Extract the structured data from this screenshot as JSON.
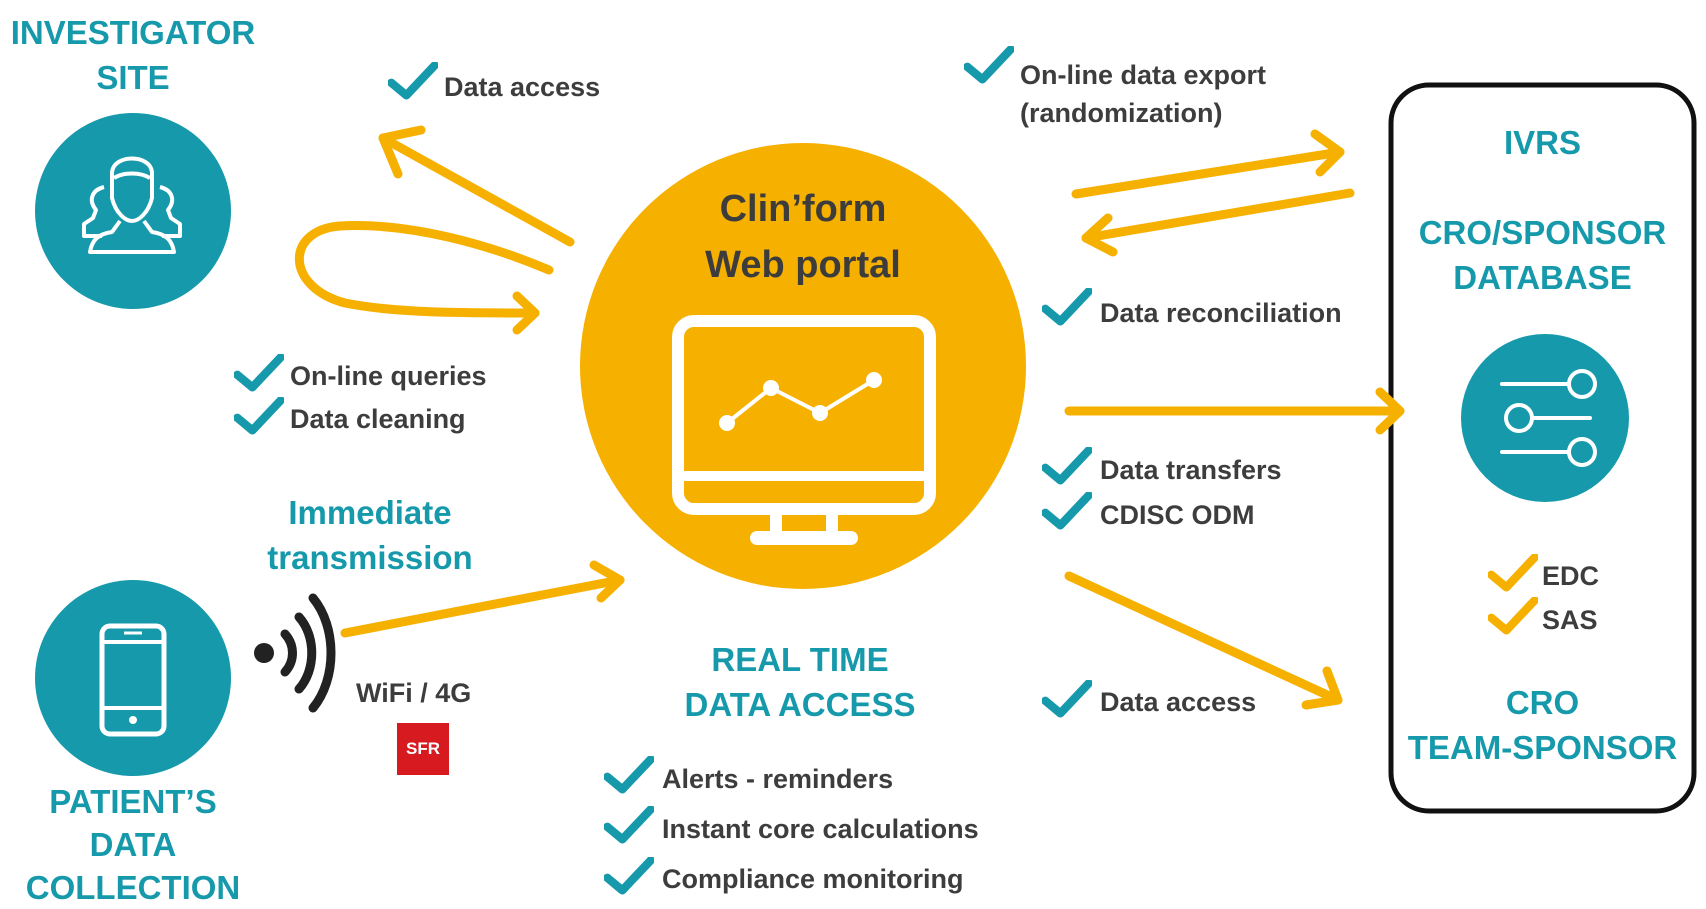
{
  "colors": {
    "teal": "#169aab",
    "orange": "#f6b000",
    "dark_text": "#3d3d3d",
    "frame": "#111111"
  },
  "investigator": {
    "title_line1": "INVESTIGATOR",
    "title_line2": "SITE",
    "icon": "users-icon"
  },
  "patient": {
    "title_line1": "PATIENT’S",
    "title_line2": "DATA",
    "title_line3": "COLLECTION",
    "icon": "smartphone-icon"
  },
  "immediate": {
    "line1": "Immediate",
    "line2": "transmission"
  },
  "connectivity": {
    "label": "WiFi / 4G",
    "carrier_logo": "SFR",
    "icon": "wireless-signal-icon"
  },
  "portal": {
    "line1": "Clin’form",
    "line2": "Web portal",
    "icon": "monitor-chart-icon"
  },
  "realtime": {
    "line1": "REAL TIME",
    "line2": "DATA ACCESS"
  },
  "checks": {
    "data_access_top": "Data access",
    "online_queries": "On-line queries",
    "data_cleaning": "Data cleaning",
    "export_line1": "On-line data export",
    "export_line2": "(randomization)",
    "reconciliation": "Data reconciliation",
    "transfers": "Data transfers",
    "cdisc": "CDISC ODM",
    "data_access_right": "Data access",
    "alerts": "Alerts - reminders",
    "calculations": "Instant core calculations",
    "compliance": "Compliance monitoring"
  },
  "cro_box": {
    "ivrs": "IVRS",
    "db_line1": "CRO/SPONSOR",
    "db_line2": "DATABASE",
    "icon": "sliders-icon",
    "edc": "EDC",
    "sas": "SAS",
    "team_line1": "CRO",
    "team_line2": "TEAM-SPONSOR"
  }
}
